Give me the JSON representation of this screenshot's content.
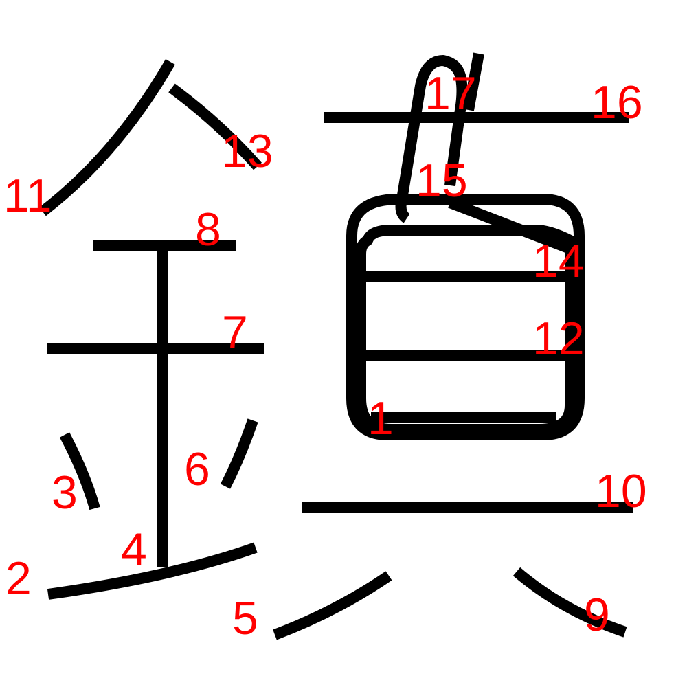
{
  "colors": {
    "stroke": "#000000",
    "label": "#ff0000",
    "background": "#ffffff"
  },
  "strokes": [
    {
      "id": "stroke-1",
      "label": "1"
    },
    {
      "id": "stroke-2",
      "label": "2"
    },
    {
      "id": "stroke-3",
      "label": "3"
    },
    {
      "id": "stroke-4",
      "label": "4"
    },
    {
      "id": "stroke-5",
      "label": "5"
    },
    {
      "id": "stroke-6",
      "label": "6"
    },
    {
      "id": "stroke-7",
      "label": "7"
    },
    {
      "id": "stroke-8",
      "label": "8"
    },
    {
      "id": "stroke-9",
      "label": "9"
    },
    {
      "id": "stroke-10",
      "label": "10"
    },
    {
      "id": "stroke-11",
      "label": "11"
    },
    {
      "id": "stroke-12",
      "label": "12"
    },
    {
      "id": "stroke-13",
      "label": "13"
    },
    {
      "id": "stroke-14",
      "label": "14"
    },
    {
      "id": "stroke-15",
      "label": "15"
    },
    {
      "id": "stroke-16",
      "label": "16"
    },
    {
      "id": "stroke-17",
      "label": "17"
    }
  ]
}
